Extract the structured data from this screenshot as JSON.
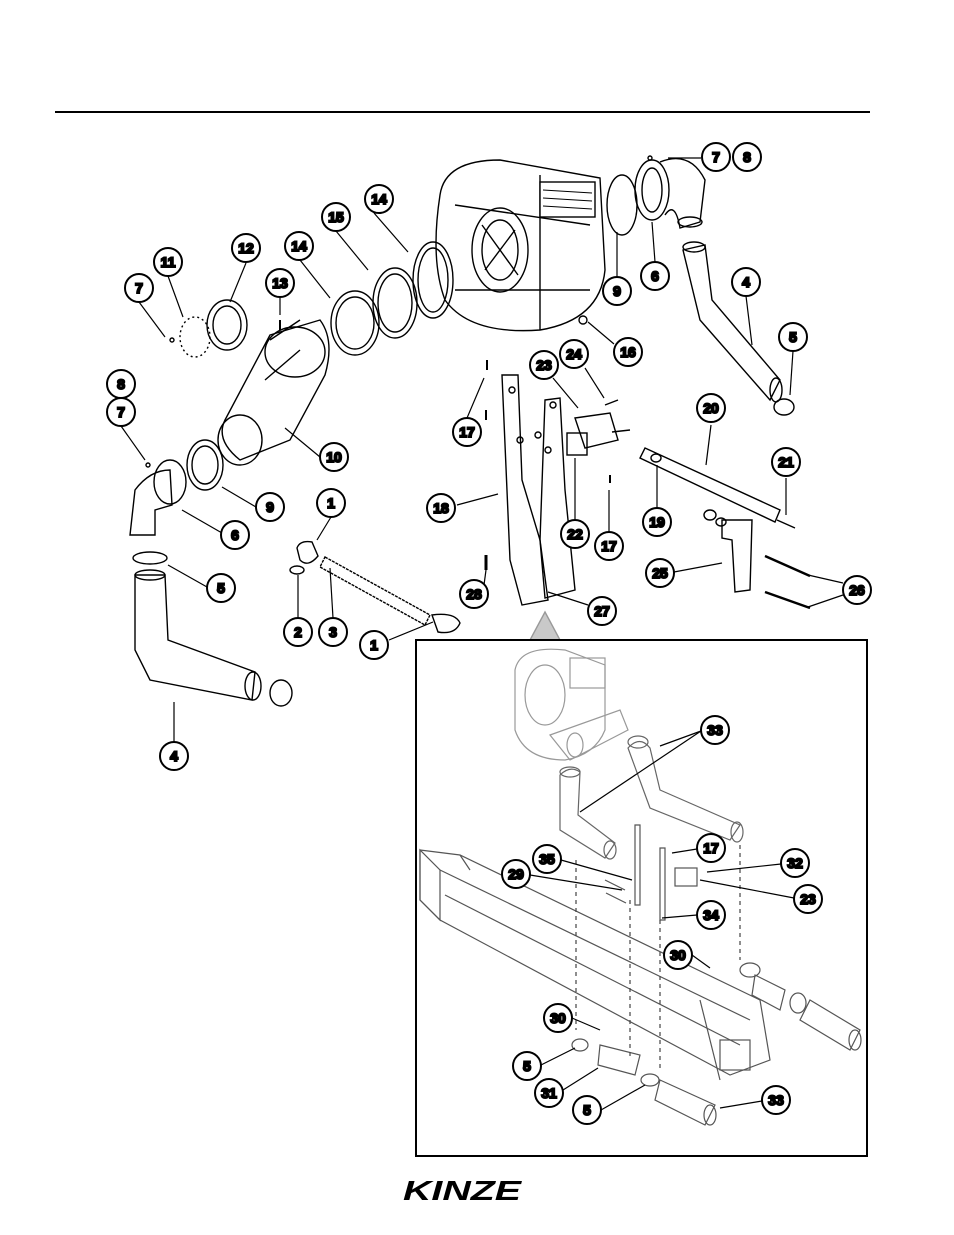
{
  "brand": {
    "logo_text": "KINZE"
  },
  "main_callouts": [
    {
      "label": "1"
    },
    {
      "label": "1"
    },
    {
      "label": "2"
    },
    {
      "label": "3"
    },
    {
      "label": "4"
    },
    {
      "label": "4"
    },
    {
      "label": "5"
    },
    {
      "label": "5"
    },
    {
      "label": "6"
    },
    {
      "label": "6"
    },
    {
      "label": "7"
    },
    {
      "label": "7"
    },
    {
      "label": "7"
    },
    {
      "label": "8"
    },
    {
      "label": "8"
    },
    {
      "label": "9"
    },
    {
      "label": "9"
    },
    {
      "label": "10"
    },
    {
      "label": "11"
    },
    {
      "label": "12"
    },
    {
      "label": "13"
    },
    {
      "label": "14"
    },
    {
      "label": "14"
    },
    {
      "label": "15"
    },
    {
      "label": "16"
    },
    {
      "label": "17"
    },
    {
      "label": "17"
    },
    {
      "label": "18"
    },
    {
      "label": "19"
    },
    {
      "label": "20"
    },
    {
      "label": "21"
    },
    {
      "label": "22"
    },
    {
      "label": "23"
    },
    {
      "label": "24"
    },
    {
      "label": "25"
    },
    {
      "label": "26"
    },
    {
      "label": "27"
    },
    {
      "label": "28"
    }
  ],
  "inset_callouts": [
    {
      "label": "33"
    },
    {
      "label": "17"
    },
    {
      "label": "35"
    },
    {
      "label": "32"
    },
    {
      "label": "29"
    },
    {
      "label": "23"
    },
    {
      "label": "34"
    },
    {
      "label": "30"
    },
    {
      "label": "30"
    },
    {
      "label": "5"
    },
    {
      "label": "31"
    },
    {
      "label": "5"
    },
    {
      "label": "33"
    }
  ]
}
